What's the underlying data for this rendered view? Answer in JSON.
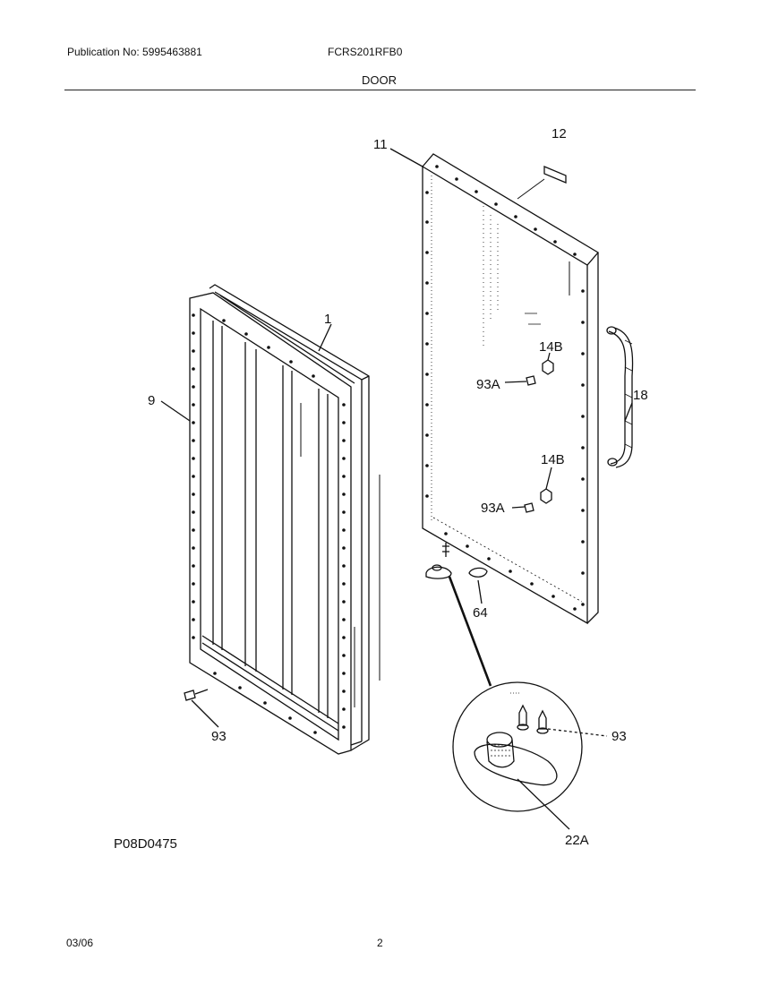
{
  "header": {
    "publication": "Publication No: 5995463881",
    "model": "FCRS201RFB0",
    "section": "DOOR"
  },
  "callouts": {
    "c1": "1",
    "c9": "9",
    "c11": "11",
    "c12": "12",
    "c14b_top": "14B",
    "c93a_top": "93A",
    "c18": "18",
    "c14b_bot": "14B",
    "c93a_bot": "93A",
    "c64": "64",
    "c93_left": "93",
    "c93_right": "93",
    "c22a": "22A"
  },
  "drawing_ref": "P08D0475",
  "footer": {
    "date": "03/06",
    "page": "2"
  }
}
